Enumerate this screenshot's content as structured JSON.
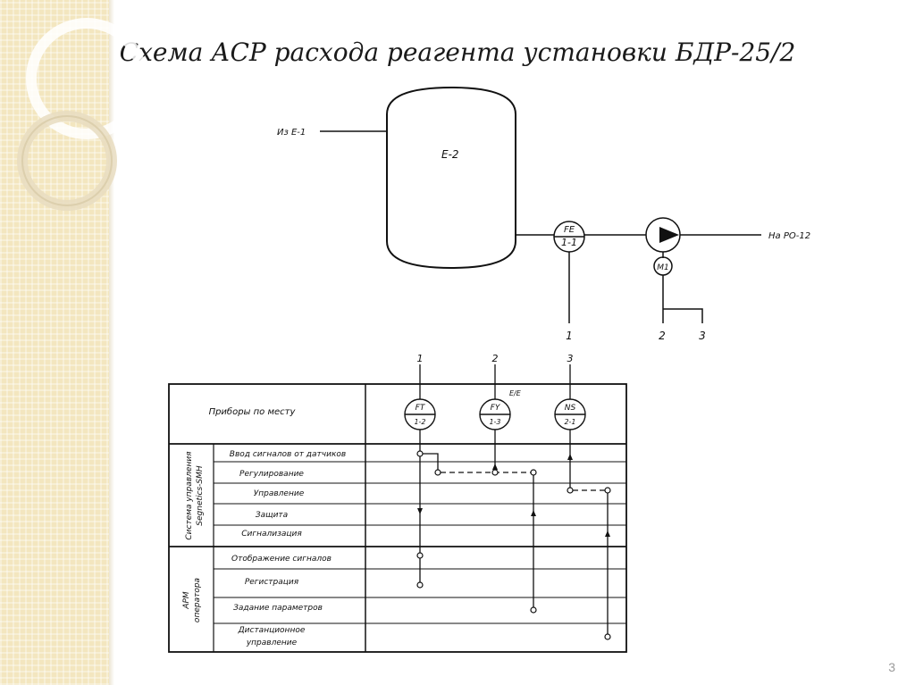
{
  "title": "Схема АСР расхода реагента установки БДР-25/2",
  "slide_number": "3",
  "process": {
    "inlet_label": "Из Е-1",
    "vessel_label": "Е-2",
    "flow_element": {
      "tag": "FE",
      "number": "1-1"
    },
    "motor_label": "М1",
    "outlet_label": "На РО-12",
    "line_numbers": [
      "1",
      "2",
      "3"
    ]
  },
  "instruments": {
    "row_header": "Приборы по месту",
    "column_numbers": [
      "1",
      "2",
      "3"
    ],
    "ee_mark": "Е/Е",
    "devices": [
      {
        "tag": "FT",
        "number": "1-2"
      },
      {
        "tag": "FY",
        "number": "1-3"
      },
      {
        "tag": "NS",
        "number": "2-1"
      }
    ]
  },
  "control_system": {
    "group_label_line1": "Система управления",
    "group_label_line2": "Segnetics-SMH",
    "rows": [
      "Ввод сигналов от датчиков",
      "Регулирование",
      "Управление",
      "Защита",
      "Сигнализация"
    ]
  },
  "operator_station": {
    "group_label_line1": "АРМ",
    "group_label_line2": "оператора",
    "rows": [
      "Отображение сигналов",
      "Регистрация",
      "Задание параметров"
    ],
    "remote_control_line1": "Дистанционное",
    "remote_control_line2": "управление"
  }
}
